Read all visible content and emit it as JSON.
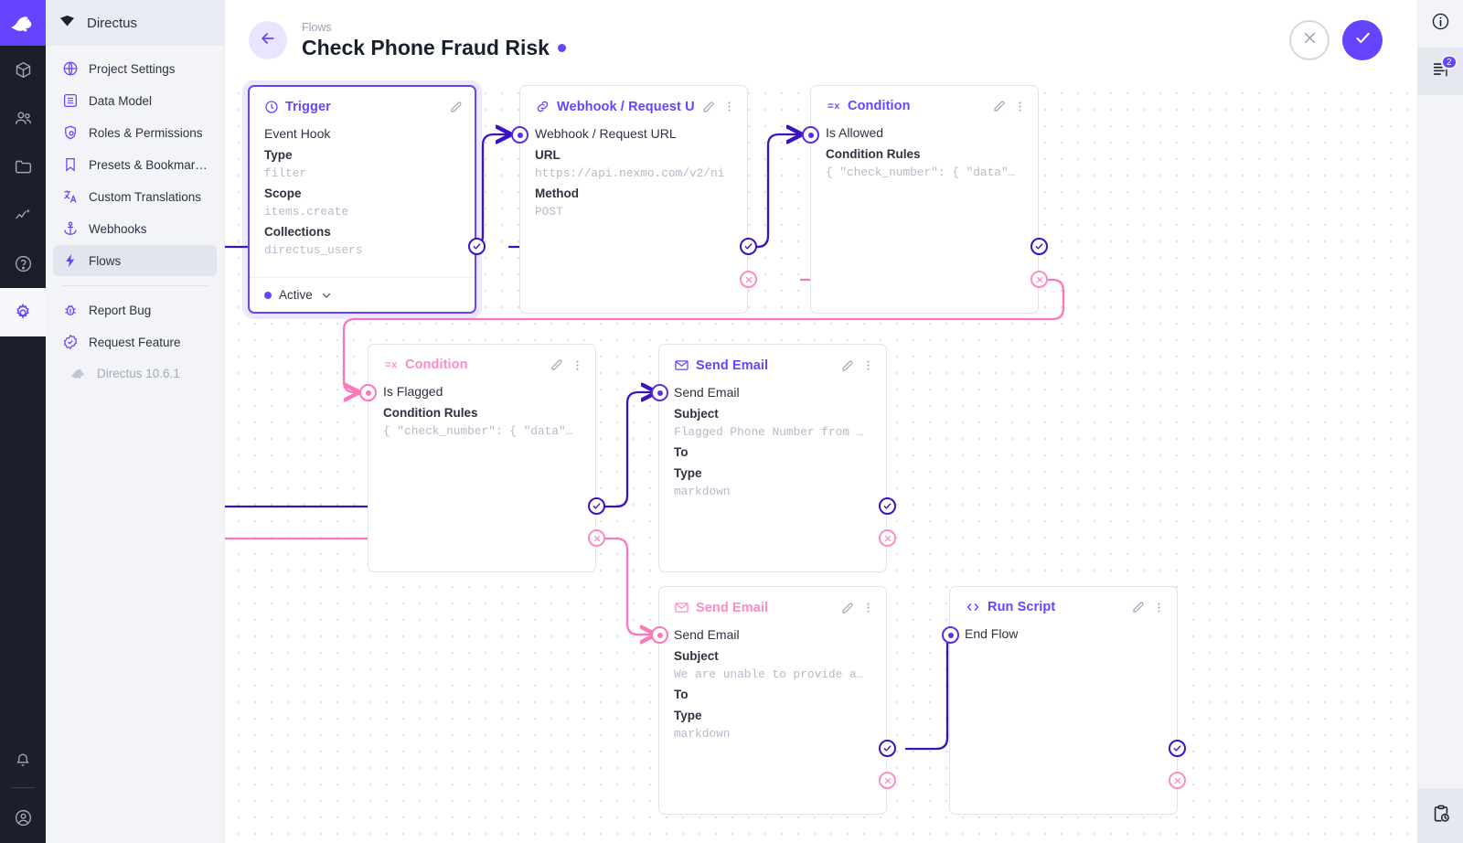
{
  "rail": {
    "logo_icon": "directus-rabbit-logo",
    "items": [
      {
        "name": "content",
        "icon": "box-icon"
      },
      {
        "name": "user-directory",
        "icon": "people-icon"
      },
      {
        "name": "file-library",
        "icon": "folder-icon"
      },
      {
        "name": "insights",
        "icon": "analytics-icon"
      },
      {
        "name": "documentation",
        "icon": "help-circle-icon"
      },
      {
        "name": "settings",
        "icon": "gear-icon",
        "active": true
      }
    ],
    "bottom": [
      {
        "name": "notifications",
        "icon": "bell-icon"
      },
      {
        "name": "user-account",
        "icon": "account-circle-icon"
      }
    ]
  },
  "sidebar": {
    "project_name": "Directus",
    "project_icon": "diamond-icon",
    "items": [
      {
        "label": "Project Settings",
        "icon": "globe-icon"
      },
      {
        "label": "Data Model",
        "icon": "list-box-icon"
      },
      {
        "label": "Roles & Permissions",
        "icon": "shield-account-icon"
      },
      {
        "label": "Presets & Bookmar…",
        "icon": "bookmark-icon"
      },
      {
        "label": "Custom Translations",
        "icon": "translate-icon"
      },
      {
        "label": "Webhooks",
        "icon": "anchor-icon"
      },
      {
        "label": "Flows",
        "icon": "bolt-icon",
        "active": true
      }
    ],
    "footer_items": [
      {
        "label": "Report Bug",
        "icon": "bug-icon"
      },
      {
        "label": "Request Feature",
        "icon": "check-decagram-icon"
      }
    ],
    "version": "Directus 10.6.1",
    "version_icon": "rabbit-icon"
  },
  "header": {
    "back_icon": "arrow-left-icon",
    "breadcrumb": "Flows",
    "title": "Check Phone Fraud Risk",
    "status_dot_color": "#6644ff",
    "cancel_icon": "close-icon",
    "save_icon": "check-icon"
  },
  "right_rail": {
    "info_icon": "info-circle-icon",
    "logs_icon": "flow-logs-icon",
    "logs_badge": "2",
    "activity_icon": "clipboard-clock-icon"
  },
  "colors": {
    "accent": "#6644ff",
    "accent_dark": "#3b11c4",
    "reject": "#fd8bc4",
    "reject_line": "#fd77ba",
    "canvas": "#ffffff",
    "sidebar": "#f3f4f8",
    "rail": "#1b1e2b"
  },
  "nodes": [
    {
      "id": "trigger",
      "type": "trigger",
      "icon": "trigger-flash-circle-icon",
      "title": "Trigger",
      "title_color": "#6644ff",
      "subtitle": "Event Hook",
      "fields": [
        {
          "label": "Type",
          "value": "filter"
        },
        {
          "label": "Scope",
          "value": "items.create"
        },
        {
          "label": "Collections",
          "value": "directus_users"
        }
      ],
      "footer_status": "Active",
      "edit_icon": "pencil-icon"
    },
    {
      "id": "webhook",
      "type": "operation",
      "icon": "link-icon",
      "title": "Webhook / Request U",
      "title_color": "#6644ff",
      "subtitle": "Webhook / Request URL",
      "fields": [
        {
          "label": "URL",
          "value": "https://api.nexmo.com/v2/ni"
        },
        {
          "label": "Method",
          "value": "POST"
        }
      ],
      "edit_icon": "pencil-icon",
      "menu_icon": "dots-vertical-icon"
    },
    {
      "id": "condition-allowed",
      "type": "operation",
      "icon": "condition-icon",
      "title": "Condition",
      "title_color": "#6644ff",
      "subtitle": "Is Allowed",
      "fields": [
        {
          "label": "Condition Rules",
          "value": "{ \"check_number\": { \"data\"…"
        }
      ],
      "edit_icon": "pencil-icon",
      "menu_icon": "dots-vertical-icon"
    },
    {
      "id": "condition-flagged",
      "type": "operation",
      "icon": "condition-icon",
      "title": "Condition",
      "title_color": "#fd8bc4",
      "subtitle": "Is Flagged",
      "fields": [
        {
          "label": "Condition Rules",
          "value": "{ \"check_number\": { \"data\"…"
        }
      ],
      "edit_icon": "pencil-icon",
      "menu_icon": "dots-vertical-icon"
    },
    {
      "id": "send-email-flagged",
      "type": "operation",
      "icon": "email-icon",
      "title": "Send Email",
      "title_color": "#6644ff",
      "subtitle": "Send Email",
      "fields": [
        {
          "label": "Subject",
          "value": "Flagged Phone Number from …"
        },
        {
          "label": "To",
          "value": ""
        },
        {
          "label": "Type",
          "value": "markdown"
        }
      ],
      "edit_icon": "pencil-icon",
      "menu_icon": "dots-vertical-icon"
    },
    {
      "id": "send-email-unable",
      "type": "operation",
      "icon": "email-icon",
      "title": "Send Email",
      "title_color": "#fd8bc4",
      "subtitle": "Send Email",
      "fields": [
        {
          "label": "Subject",
          "value": "We are unable to provide a…"
        },
        {
          "label": "To",
          "value": ""
        },
        {
          "label": "Type",
          "value": "markdown"
        }
      ],
      "edit_icon": "pencil-icon",
      "menu_icon": "dots-vertical-icon"
    },
    {
      "id": "run-script",
      "type": "operation",
      "icon": "code-brackets-icon",
      "title": "Run Script",
      "title_color": "#6644ff",
      "subtitle": "End Flow",
      "fields": [],
      "edit_icon": "pencil-icon",
      "menu_icon": "dots-vertical-icon"
    }
  ]
}
